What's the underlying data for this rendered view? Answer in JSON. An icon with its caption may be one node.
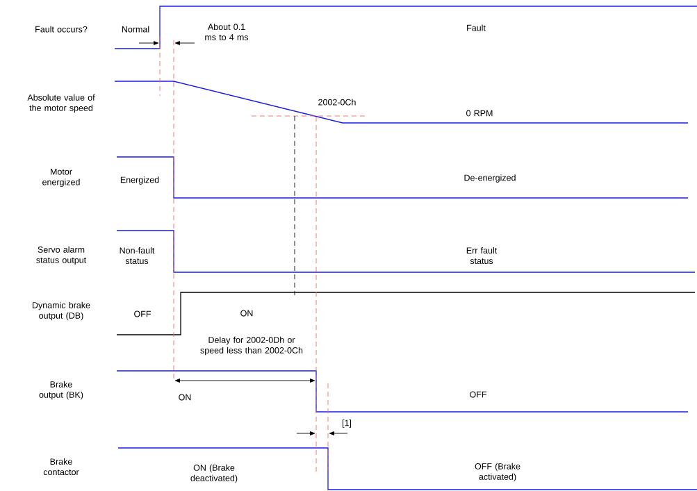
{
  "diagram": {
    "labels": [
      "Fault occurs?",
      "Normal",
      "About 0.1 ms to 4 ms",
      "Fault",
      "Absolute value of the motor speed",
      "2002-0Ch",
      "0 RPM",
      "Motor energized",
      "Energized",
      "De-energized",
      "Servo alarm status output",
      "Non-fault status",
      "Err fault status",
      "Dynamic brake output (DB)",
      "OFF",
      "ON",
      "Delay for 2002-0Dh or speed less than 2002-0Ch",
      "Brake output (BK)",
      "ON",
      "OFF",
      "[1]",
      "Brake contactor",
      "ON (Brake deactivated)",
      "OFF (Brake activated)"
    ]
  }
}
